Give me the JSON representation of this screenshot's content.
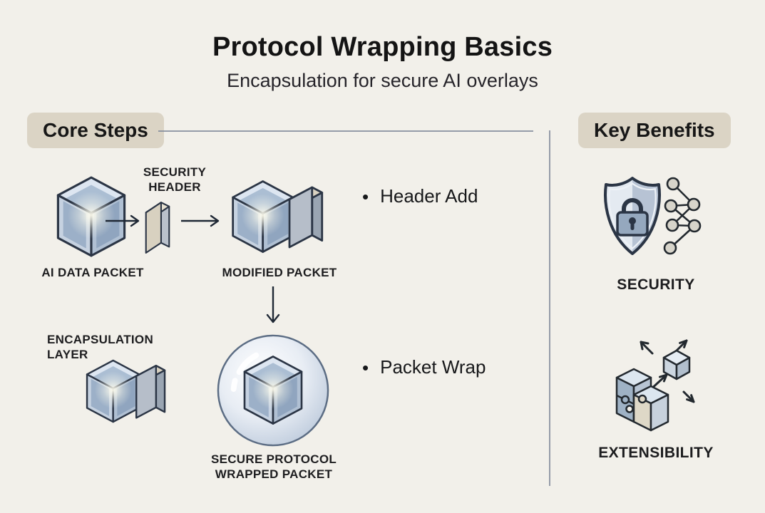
{
  "header": {
    "title": "Protocol Wrapping Basics",
    "subtitle": "Encapsulation for secure AI overlays"
  },
  "glyphs": {
    "bullet": "•"
  },
  "core_steps": {
    "section_label": "Core Steps",
    "ai_data_packet_label": "AI DATA PACKET",
    "security_header_label": "SECURITY\nHEADER",
    "modified_packet_label": "MODIFIED PACKET",
    "header_add_bullet": "Header Add",
    "encapsulation_layer_label": "ENCAPSULATION\nLAYER",
    "wrapped_packet_label": "SECURE PROTOCOL\nWRAPPED PACKET",
    "packet_wrap_bullet": "Packet Wrap"
  },
  "key_benefits": {
    "section_label": "Key Benefits",
    "items": [
      {
        "label": "SECURITY",
        "icon": "shield-lock-neural-network-icon"
      },
      {
        "label": "EXTENSIBILITY",
        "icon": "puzzle-cubes-arrows-icon"
      }
    ]
  },
  "colors": {
    "background": "#f2f0ea",
    "chip_background": "#dbd4c5",
    "divider": "#7d8799",
    "outline_dark": "#2b3545",
    "cube_blue": "#c6d2e1",
    "cube_top": "#dde6f1",
    "slab_tan": "#d8d1c0",
    "slab_gray": "#b6bec9",
    "text": "#17181a"
  }
}
